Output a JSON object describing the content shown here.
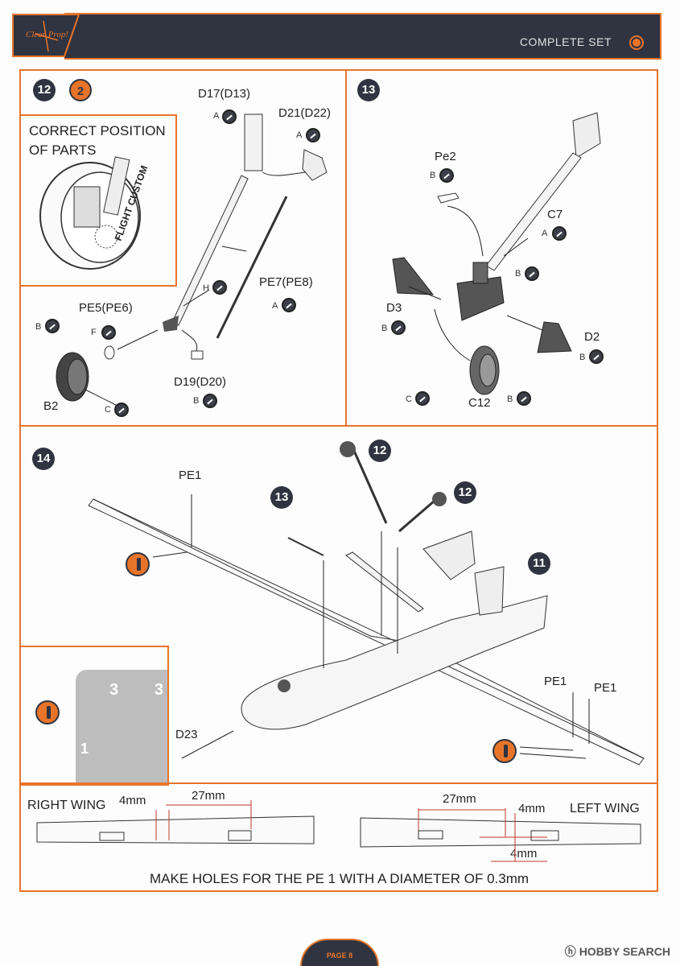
{
  "header": {
    "title": "COMPLETE SET",
    "logo_text": "Clear Prop!"
  },
  "step12": {
    "number": "12",
    "ref_number": "2",
    "inset_title_line1": "CORRECT POSITION",
    "inset_title_line2": "OF PARTS",
    "tire_text": "FLIGHT CUSTOM",
    "parts": [
      "D17(D13)",
      "D21(D22)",
      "PE7(PE8)",
      "PE5(PE6)",
      "D19(D20)",
      "B2"
    ],
    "paint_letters": [
      "A",
      "A",
      "H",
      "A",
      "B",
      "F",
      "C",
      "B"
    ]
  },
  "step13": {
    "number": "13",
    "parts": [
      "Pe2",
      "C7",
      "D3",
      "D2",
      "C12"
    ],
    "paint_letters": [
      "B",
      "A",
      "B",
      "B",
      "B",
      "C",
      "B"
    ]
  },
  "step14": {
    "number": "14",
    "refs": [
      "12",
      "13",
      "12",
      "11"
    ],
    "parts": [
      "PE1",
      "PE1",
      "PE1",
      "D23"
    ],
    "decal_numbers": [
      "3",
      "3",
      "1"
    ]
  },
  "holes": {
    "right_wing_label": "RIGHT WING",
    "left_wing_label": "LEFT WING",
    "dim_4mm": "4mm",
    "dim_27mm": "27mm",
    "instruction": "MAKE HOLES FOR THE PE 1 WITH A DIAMETER OF 0.3mm"
  },
  "footer": {
    "page": "PAGE 8",
    "watermark": "HOBBY SEARCH",
    "watermark_mark": "ⓗ"
  }
}
